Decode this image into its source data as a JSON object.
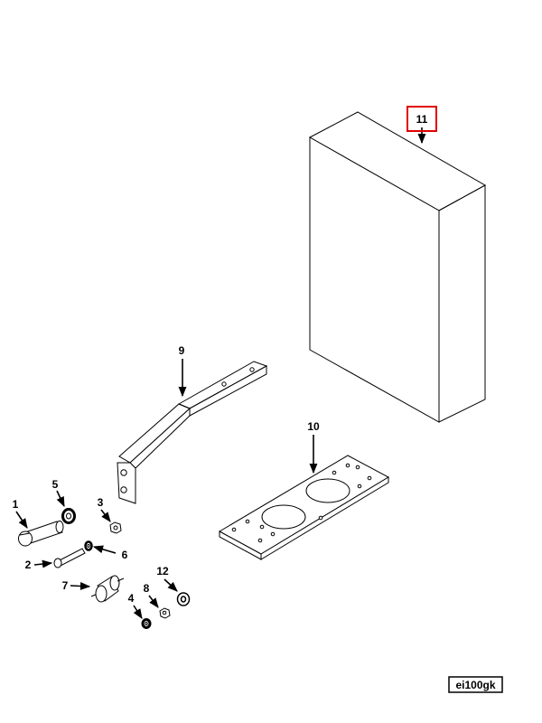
{
  "figure_id": "ei100gk",
  "highlight_color": "#e00000",
  "highlighted_callout": "11",
  "callouts": {
    "c1": "1",
    "c2": "2",
    "c3": "3",
    "c4": "4",
    "c5": "5",
    "c6": "6",
    "c7": "7",
    "c8": "8",
    "c9": "9",
    "c10": "10",
    "c11": "11",
    "c12": "12"
  }
}
